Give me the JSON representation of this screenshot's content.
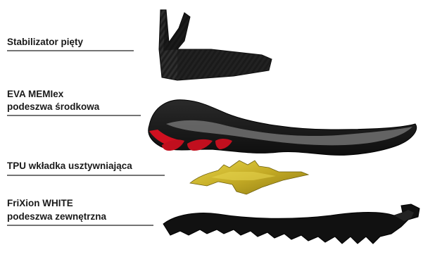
{
  "labels": [
    {
      "id": "heel",
      "line1": "Stabilizator pięty",
      "line2": ""
    },
    {
      "id": "midsole",
      "line1": "EVA MEMIex",
      "line2": "podeszwa środkowa"
    },
    {
      "id": "tpu",
      "line1": "TPU wkładka usztywniająca",
      "line2": ""
    },
    {
      "id": "outsole",
      "line1": "FriXion WHITE",
      "line2": "podeszwa zewnętrzna"
    }
  ],
  "colors": {
    "background": "#ffffff",
    "text": "#1a1a1a",
    "black_part": "#141414",
    "gray_stripe": "#6b6b6b",
    "red_accent": "#d01020",
    "tpu_yellow": "#c9b22a"
  }
}
